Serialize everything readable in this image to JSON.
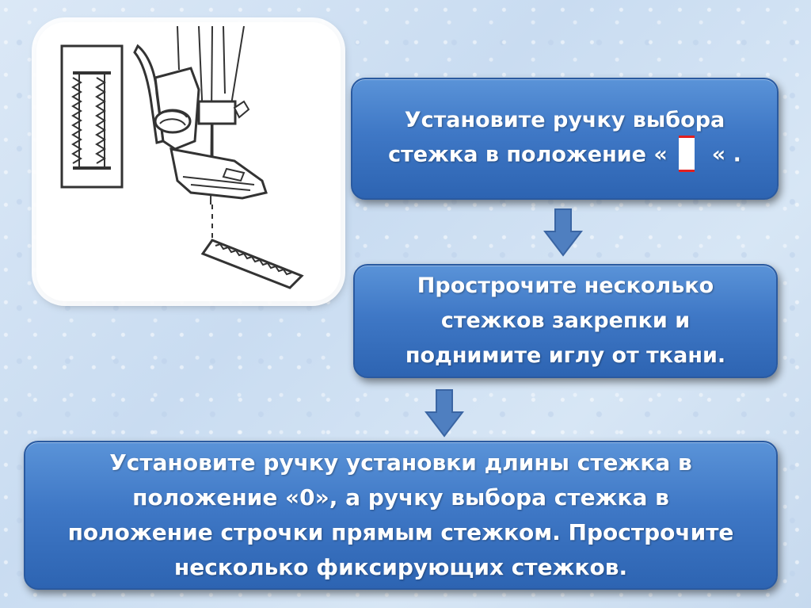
{
  "illustration": {
    "icon": "sewing-machine-buttonhole-foot-illustration"
  },
  "step1": {
    "line1": "Установите ручку выбора",
    "line2_before": "стежка в положение «",
    "line2_after": "« .",
    "symbol_icon": "buttonhole-bartack-symbol"
  },
  "step2": {
    "line1": "Прострочите несколько",
    "line2": "стежков закрепки и",
    "line3": "поднимите иглу от ткани."
  },
  "step3": {
    "line1": "Установите ручку установки длины стежка в",
    "line2": "положение «0», а ручку выбора стежка в",
    "line3": "положение строчки прямым стежком. Прострочите",
    "line4": "несколько фиксирующих стежков."
  },
  "colors": {
    "box_blue": "#3f78c6",
    "arrow_blue": "#4f7fc0",
    "symbol_red": "#e12020"
  }
}
